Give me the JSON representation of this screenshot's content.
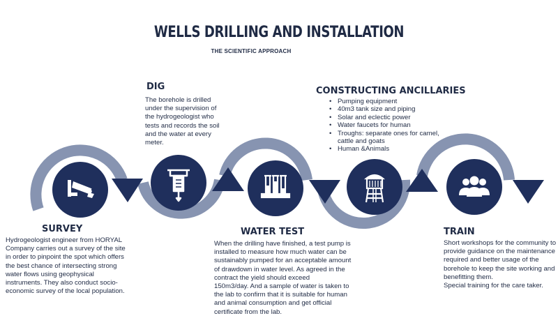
{
  "title": "WELLS DRILLING AND INSTALLATION",
  "subtitle": "THE SCIENTIFIC APPROACH",
  "colors": {
    "navy": "#1f2f5c",
    "band": "#8794b1",
    "text": "#1f2a44"
  },
  "steps": [
    {
      "heading": "SURVEY",
      "icon": "surveillance-camera-icon",
      "text": "Hydrogeologist engineer from HORYAL\nCompany carries out a survey of the site\nin order to pinpoint the spot which offers\nthe best chance of intersecting strong\nwater flows using geophysical\ninstruments. They also conduct socio-\neconomic survey of the local population."
    },
    {
      "heading": "DIG",
      "icon": "jackhammer-icon",
      "text": "The borehole is drilled\nunder the supervision of\nthe hydrogeologist who\ntests and records the soil\nand the water at every\nmeter."
    },
    {
      "heading": "WATER TEST",
      "icon": "test-tubes-icon",
      "text": "When the drilling have finished, a test pump is\ninstalled to measure how much water can be\nsustainably pumped for an acceptable amount\nof drawdown in water level. As agreed in the\ncontract the yield should exceed\n150m3/day. And a sample of water is taken to\nthe lab to confirm that it is suitable for human\nand animal consumption and get official\ncertificate from the lab."
    },
    {
      "heading": "CONSTRUCTING ANCILLARIES",
      "icon": "water-tower-icon",
      "bullets": [
        "Pumping equipment",
        "40m3 tank size and piping",
        "Solar and eclectic power",
        "Water faucets for human",
        "Troughs: separate ones for camel, cattle and goats",
        "Human &Animals"
      ]
    },
    {
      "heading": "TRAIN",
      "icon": "people-group-icon",
      "text": "Short workshops for the community to\nprovide guidance on the maintenance\nrequired and better usage of the\nborehole to keep the site working and\nbenefitting them.\nSpecial training for the care taker."
    }
  ]
}
